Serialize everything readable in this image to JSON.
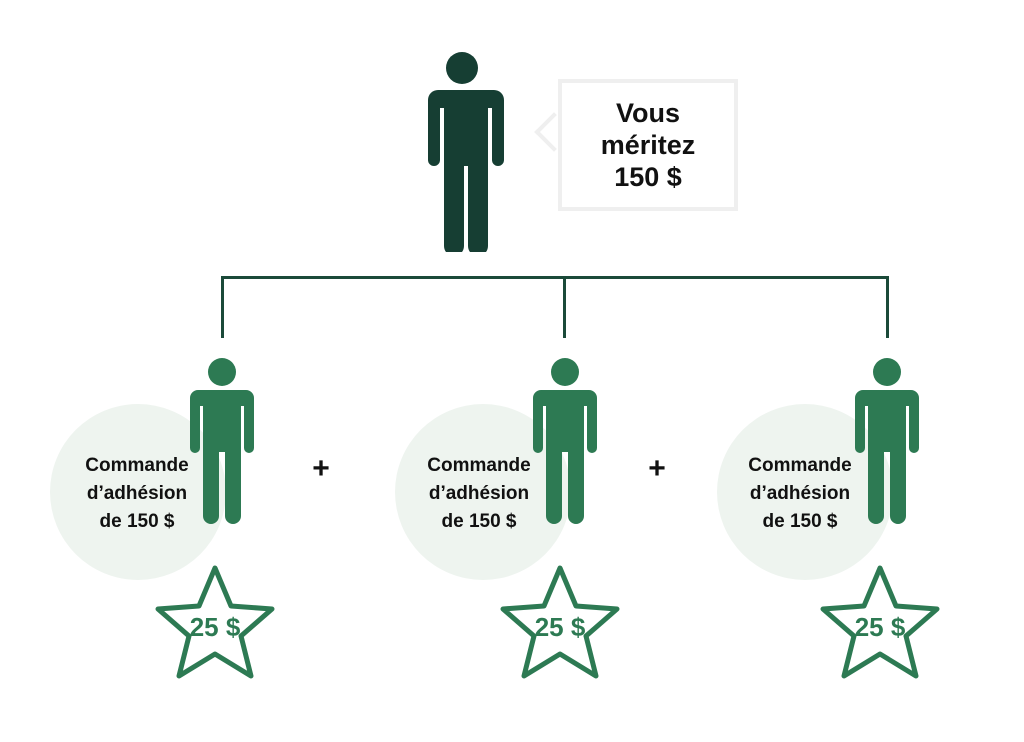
{
  "parent": {
    "message_lines": [
      "Vous",
      "méritez",
      "150 $"
    ]
  },
  "children": [
    {
      "order_lines": [
        "Commande",
        "d’adhésion",
        "de 150 $"
      ],
      "reward": "25 $"
    },
    {
      "order_lines": [
        "Commande",
        "d’adhésion",
        "de 150 $"
      ],
      "reward": "25 $"
    },
    {
      "order_lines": [
        "Commande",
        "d’adhésion",
        "de 150 $"
      ],
      "reward": "25 $"
    }
  ],
  "operator": "+",
  "colors": {
    "parent_figure": "#163e33",
    "child_figure": "#2d7a53",
    "circle_bg": "#eef4ef",
    "bubble_border": "#efefef",
    "connector": "#1b4a39",
    "star_stroke": "#2d7a53"
  },
  "icons": [
    "person-icon",
    "star-icon"
  ]
}
